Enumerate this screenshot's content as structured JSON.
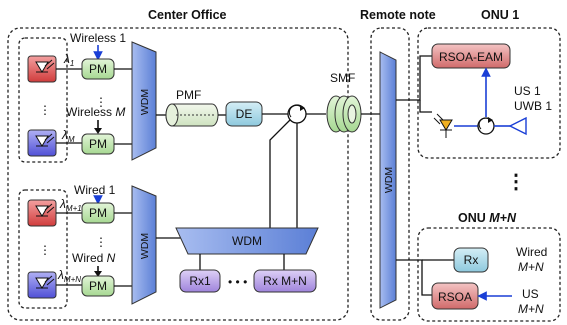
{
  "headers": {
    "center_office": "Center Office",
    "remote_node": "Remote note",
    "onu1": "ONU 1",
    "onu_mn_prefix": "ONU ",
    "onu_mn_var": "M+N"
  },
  "center_office": {
    "wireless_1": "Wireless 1",
    "wireless_m_prefix": "Wireless ",
    "wireless_m_var": "M",
    "wired_1": "Wired 1",
    "wired_n_prefix": "Wired ",
    "wired_n_var": "N",
    "lambda_1": "λ",
    "lambda_1_sub": "1",
    "lambda_m": "λ",
    "lambda_m_sub": "M",
    "lambda_m1": "λ",
    "lambda_m1_sub": "M+1",
    "lambda_mn": "λ",
    "lambda_mn_sub": "M+N",
    "pm": "PM",
    "wdm": "WDM",
    "pmf": "PMF",
    "de": "DE",
    "rx1": "Rx1",
    "rx_mn": "Rx M+N",
    "ellipsis_h": "• • •",
    "ellipsis_v": "⋮"
  },
  "link": {
    "smf": "SMF"
  },
  "remote_node": {
    "wdm": "WDM"
  },
  "onu1": {
    "rsoa_eam": "RSOA-EAM",
    "us1": "US 1",
    "uwb1": "UWB 1"
  },
  "onu_mn": {
    "rx": "Rx",
    "rsoa": "RSOA",
    "wired": "Wired",
    "wired_var": "M+N",
    "us": "US",
    "us_var": "M+N"
  },
  "colors": {
    "pm_fill": "#c6e9b6",
    "wdm_fill": "#7f9be0",
    "de_fill": "#a8d8e8",
    "rx_fill": "#b9a3e6",
    "rsoa_fill": "#e08a8a",
    "laser_red": "#e04040",
    "laser_blue": "#5b5be0",
    "arrow_blue": "#1a3fd6",
    "smf_fill": "#b8d9b0"
  }
}
